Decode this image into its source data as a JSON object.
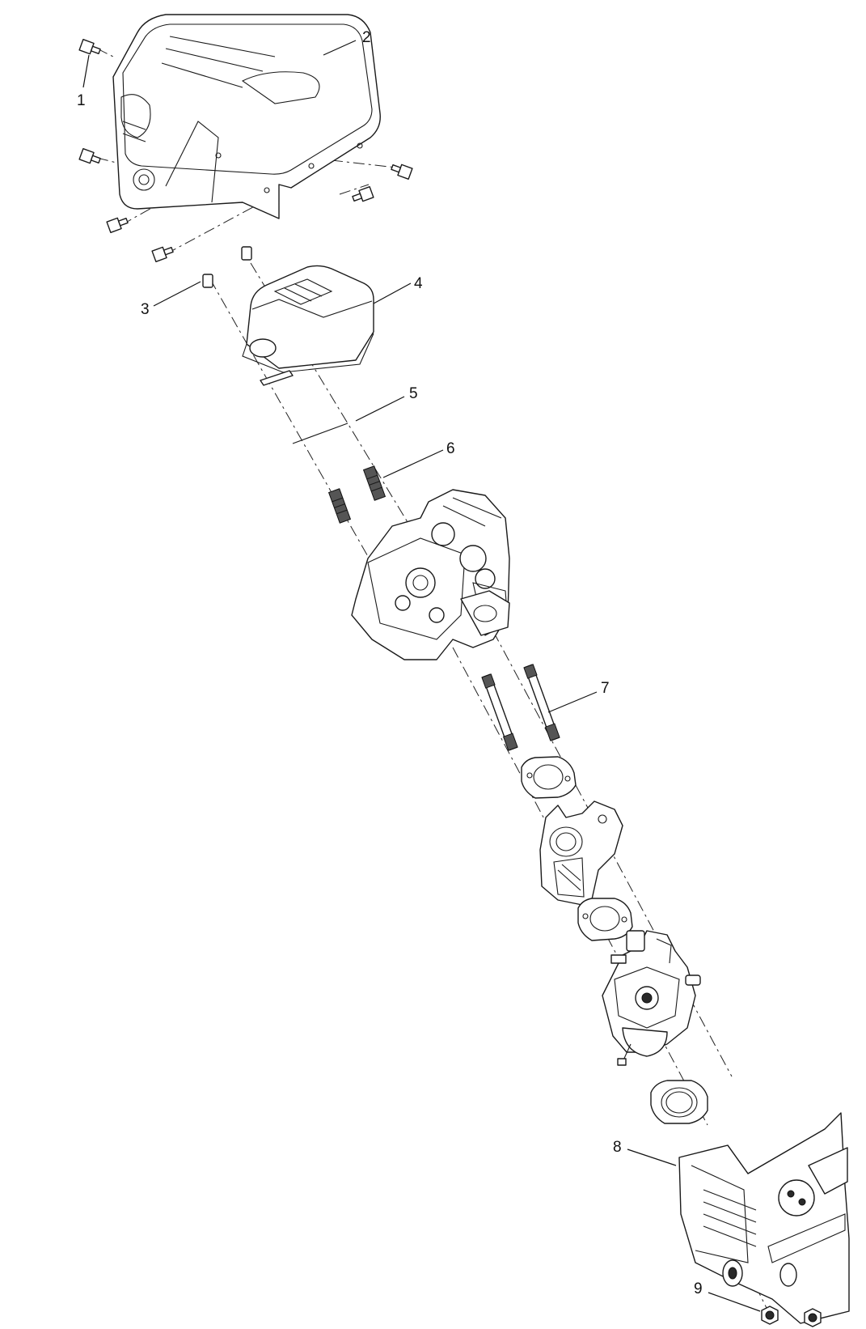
{
  "diagram": {
    "callouts": [
      {
        "id": "1",
        "label": "1"
      },
      {
        "id": "2",
        "label": "2"
      },
      {
        "id": "3",
        "label": "3"
      },
      {
        "id": "4",
        "label": "4"
      },
      {
        "id": "5",
        "label": "5"
      },
      {
        "id": "6",
        "label": "6"
      },
      {
        "id": "7",
        "label": "7"
      },
      {
        "id": "8",
        "label": "8"
      },
      {
        "id": "9",
        "label": "9"
      }
    ],
    "colors": {
      "line": "#1a1a1a",
      "background": "#ffffff"
    }
  }
}
